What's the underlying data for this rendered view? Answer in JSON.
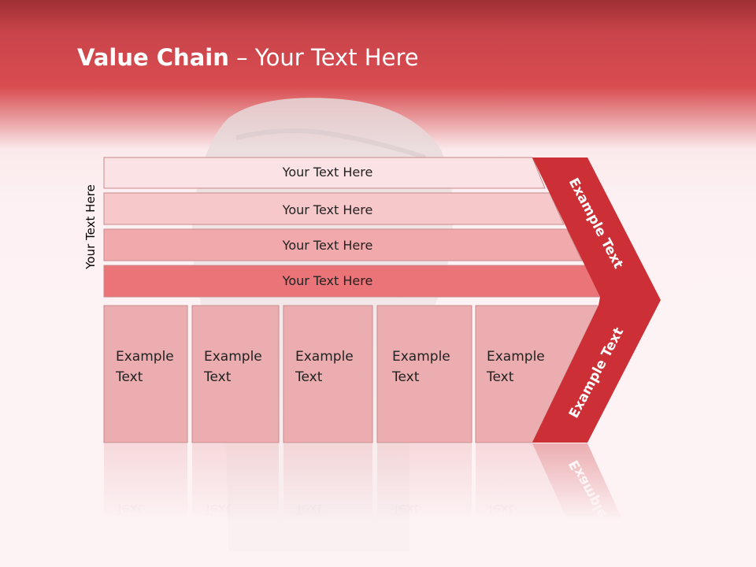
{
  "slide": {
    "title_bold": "Value Chain",
    "title_rest": " – Your Text Here",
    "side_label": "Your Text Here"
  },
  "bars": [
    {
      "label": "Your Text Here",
      "color": "#fbe3e5"
    },
    {
      "label": "Your Text Here",
      "color": "#f7c8ca"
    },
    {
      "label": "Your Text Here",
      "color": "#f2a9ac"
    },
    {
      "label": "Your Text Here",
      "color": "#ea7477"
    }
  ],
  "boxes": [
    {
      "line1": "Example",
      "line2": "Text"
    },
    {
      "line1": "Example",
      "line2": "Text"
    },
    {
      "line1": "Example",
      "line2": "Text"
    },
    {
      "line1": "Example",
      "line2": "Text"
    },
    {
      "line1": "Example",
      "line2": "Text"
    }
  ],
  "chevron": {
    "upper_label": "Example Text",
    "lower_label": "Example Text",
    "color": "#cc2f35"
  },
  "colors": {
    "box_fill": "#ebadaf",
    "box_stroke": "#c88a8c"
  }
}
